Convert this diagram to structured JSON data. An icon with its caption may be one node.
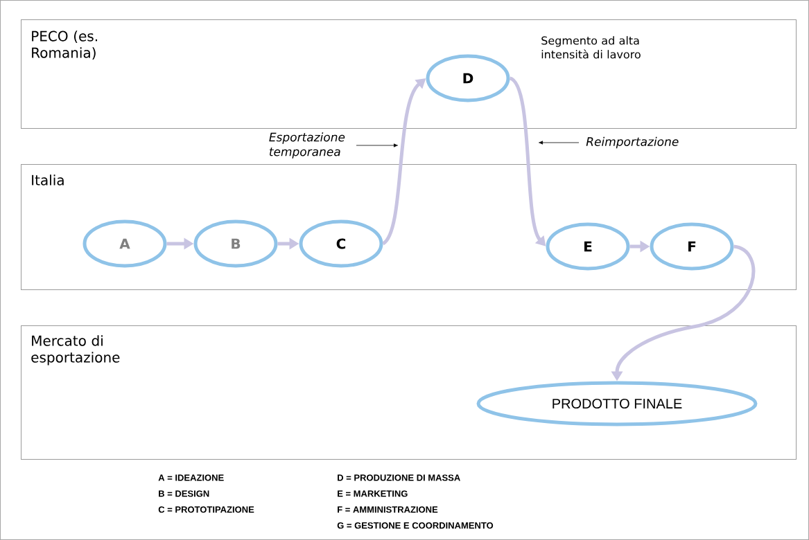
{
  "diagram": {
    "nodes": [
      {
        "text": [
          "PECO (es. Romania)"
        ]
      },
      {
        "text": [
          "D"
        ],
        "in": 0,
        "beside": [
          "Segmento ad alta intensità di lavoro"
        ]
      },
      {
        "text": [
          "Italia"
        ]
      },
      {
        "text": [
          "A"
        ],
        "in": 2
      },
      {
        "text": [
          "B"
        ],
        "in": 2
      },
      {
        "text": [
          "C"
        ],
        "in": 2
      },
      {
        "text": [
          "E"
        ],
        "in": 2
      },
      {
        "text": [
          "F"
        ],
        "in": 2
      },
      {
        "text": [
          "Mercato di esportazione"
        ]
      },
      {
        "text": [
          "PRODOTTO FINALE"
        ],
        "in": 8
      }
    ],
    "edges": [
      {
        "from": 3,
        "to": 4,
        "arrow": "to"
      },
      {
        "from": 4,
        "to": 5,
        "arrow": "to"
      },
      {
        "from": 5,
        "to": 1,
        "arrow": "to",
        "label": "Esportazione temporanea"
      },
      {
        "from": 1,
        "to": 6,
        "arrow": "to",
        "label": "Reimportazione"
      },
      {
        "from": 6,
        "to": 7,
        "arrow": "to"
      },
      {
        "from": 7,
        "to": 9,
        "arrow": "to"
      }
    ],
    "labels": [
      "A = IDEAZIONE",
      "D = PRODUZIONE DI MASSA",
      "B = DESIGN",
      "E = MARKETING",
      "C = PROTOTIPAZIONE",
      "F = AMMINISTRAZIONE",
      "G = GESTIONE E COORDINAMENTO"
    ]
  }
}
